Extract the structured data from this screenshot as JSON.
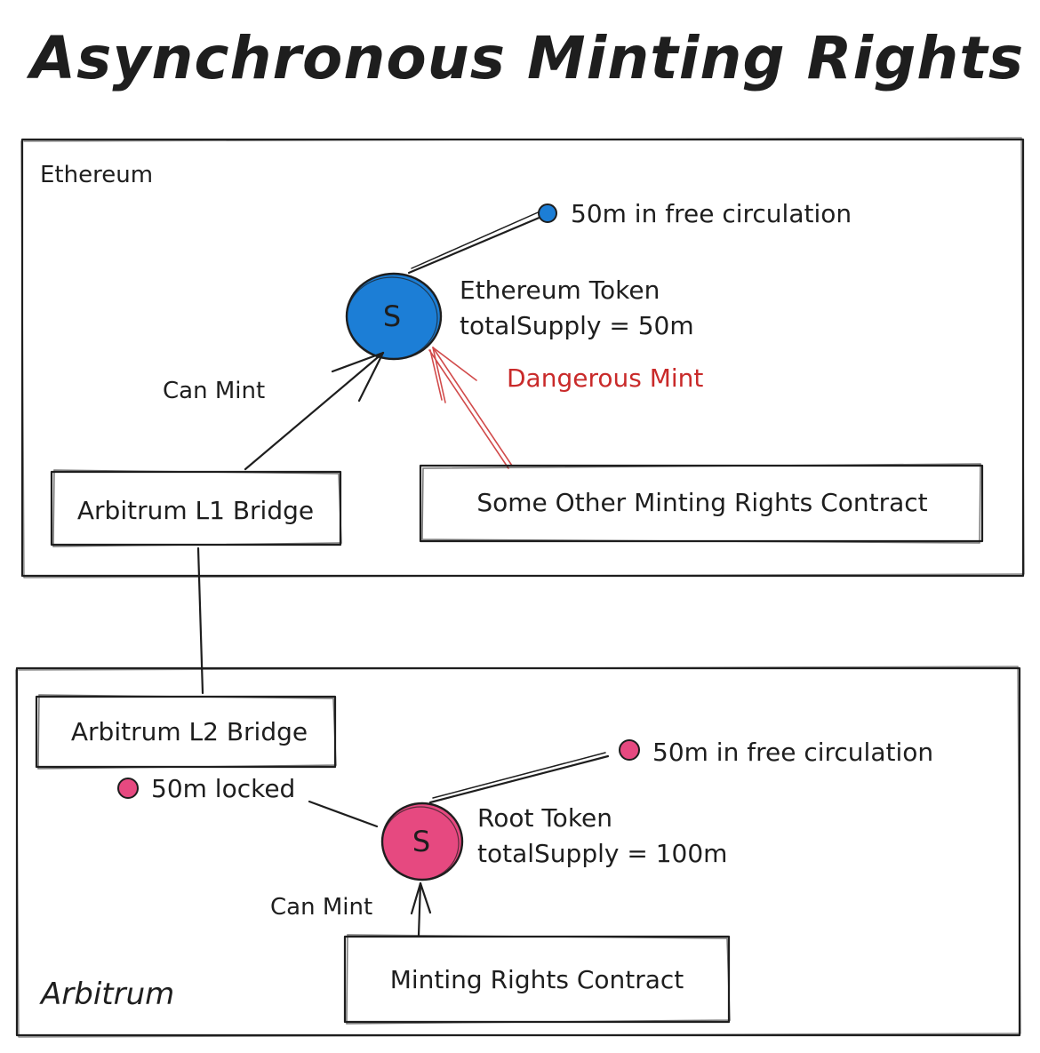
{
  "title": "Asynchronous Minting Rights",
  "colors": {
    "ink": "#1e1e1e",
    "ethereum_blue": "#1c7ed6",
    "arbitrum_pink": "#e64980",
    "danger_red": "#c92a2a"
  },
  "ethereum": {
    "label": "Ethereum",
    "token": {
      "symbol": "S",
      "name": "Ethereum Token",
      "supply": "totalSupply = 50m"
    },
    "free_circulation": "50m in free circulation",
    "can_mint": "Can Mint",
    "dangerous_mint": "Dangerous Mint",
    "l1_bridge": "Arbitrum L1 Bridge",
    "other_contract": "Some Other Minting Rights Contract"
  },
  "arbitrum": {
    "label": "Arbitrum",
    "token": {
      "symbol": "S",
      "name": "Root Token",
      "supply": "totalSupply = 100m"
    },
    "free_circulation": "50m in free circulation",
    "locked": "50m locked",
    "can_mint": "Can Mint",
    "l2_bridge": "Arbitrum L2 Bridge",
    "minting_contract": "Minting Rights Contract"
  }
}
